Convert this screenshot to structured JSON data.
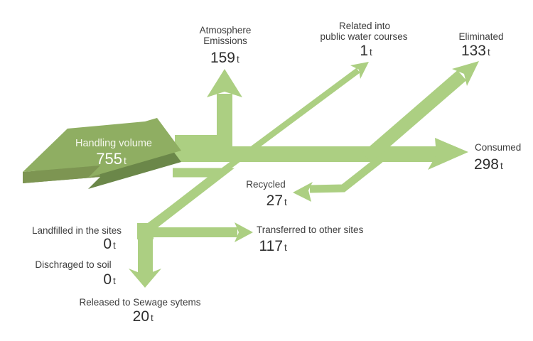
{
  "diagram": {
    "unit": "t",
    "source": {
      "label": "Handling volume",
      "value": "755",
      "unit": "t"
    },
    "flows": [
      {
        "id": "atmosphere",
        "label_lines": [
          "Atmosphere",
          "Emissions"
        ],
        "value": "159",
        "unit": "t",
        "direction": "up"
      },
      {
        "id": "water",
        "label_lines": [
          "Related into",
          "public water courses"
        ],
        "value": "1",
        "unit": "t",
        "direction": "up-right"
      },
      {
        "id": "eliminated",
        "label_lines": [
          "Eliminated"
        ],
        "value": "133",
        "unit": "t",
        "direction": "up-right"
      },
      {
        "id": "consumed",
        "label_lines": [
          "Consumed"
        ],
        "value": "298",
        "unit": "t",
        "direction": "right"
      },
      {
        "id": "recycled",
        "label_lines": [
          "Recycled"
        ],
        "value": "27",
        "unit": "t",
        "direction": "left"
      },
      {
        "id": "transferred",
        "label_lines": [
          "Transferred to other sites"
        ],
        "value": "117",
        "unit": "t",
        "direction": "right"
      },
      {
        "id": "landfilled",
        "label_lines": [
          "Landfilled in the sites"
        ],
        "value": "0",
        "unit": "t",
        "direction": "none"
      },
      {
        "id": "soil",
        "label_lines": [
          "Dischraged to soil"
        ],
        "value": "0",
        "unit": "t",
        "direction": "none"
      },
      {
        "id": "sewage",
        "label_lines": [
          "Released to Sewage sytems"
        ],
        "value": "20",
        "unit": "t",
        "direction": "down"
      }
    ],
    "colors": {
      "flow_green": "#accf82",
      "source_top": "#8fae62",
      "source_side": "#7d9552",
      "source_shadow": "#6b8749",
      "label_text": "#3d3d3d",
      "value_text": "#2e2e2e",
      "source_text": "#f4f7ec"
    }
  }
}
